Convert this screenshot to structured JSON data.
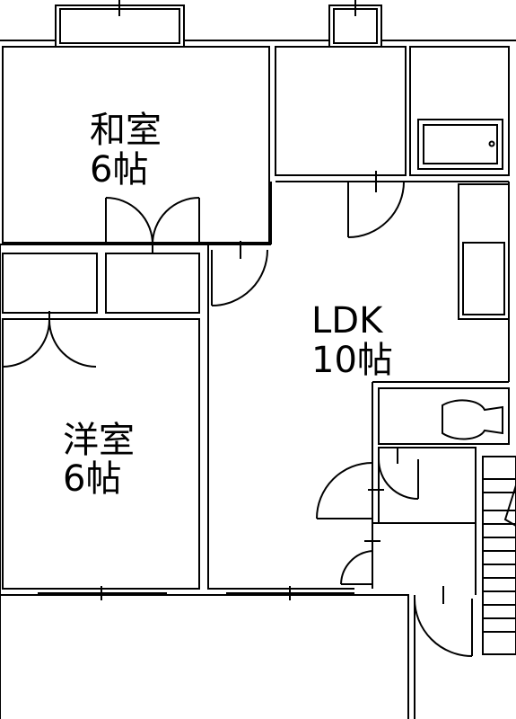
{
  "plan": {
    "line_color": "#000000",
    "background": "#ffffff"
  },
  "rooms": {
    "washitsu": {
      "name": "和室",
      "size": "6帖"
    },
    "youshitsu": {
      "name": "洋室",
      "size": "6帖"
    },
    "ldk": {
      "name": "LDK",
      "size": "10帖"
    }
  }
}
